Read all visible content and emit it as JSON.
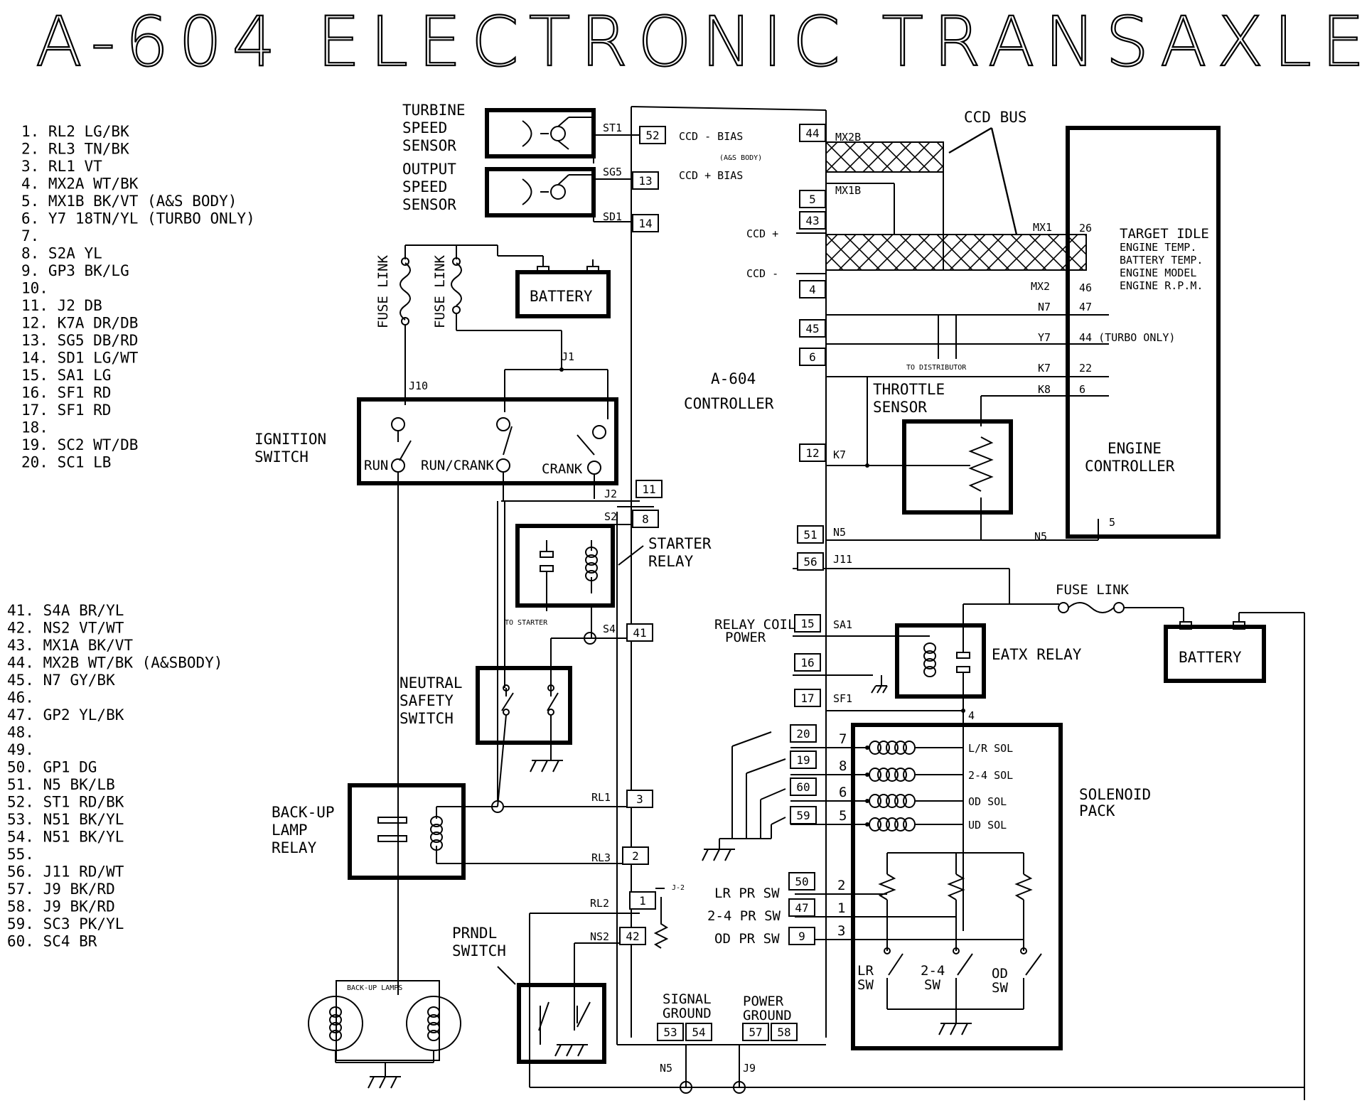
{
  "title": "A-604 ELECTRONIC TRANSAXLE",
  "legend_top": [
    "1.  RL2  LG/BK",
    "2.  RL3  TN/BK",
    "3.  RL1  VT",
    "4.  MX2A  WT/BK",
    "5.  MX1B  BK/VT (A&S BODY)",
    "6.  Y7  18TN/YL (TURBO ONLY)",
    "7.",
    "8.  S2A  YL",
    "9.  GP3  BK/LG",
    "10.",
    "11.  J2  DB",
    "12.  K7A  DR/DB",
    "13.  SG5  DB/RD",
    "14.  SD1  LG/WT",
    "15.  SA1  LG",
    "16.  SF1  RD",
    "17.  SF1  RD",
    "18.",
    "19.  SC2  WT/DB",
    "20.  SC1  LB"
  ],
  "legend_bottom": [
    "41.  S4A  BR/YL",
    "42.  NS2  VT/WT",
    "43.  MX1A  BK/VT",
    "44.  MX2B  WT/BK (A&SBODY)",
    "45.  N7  GY/BK",
    "46.",
    "47.  GP2  YL/BK",
    "48.",
    "49.",
    "50.  GP1  DG",
    "51.  N5  BK/LB",
    "52.  ST1  RD/BK",
    "53.  N51  BK/YL",
    "54.  N51  BK/YL",
    "55.",
    "56.  J11  RD/WT",
    "57.  J9  BK/RD",
    "58.  J9  BK/RD",
    "59.  SC3  PK/YL",
    "60.  SC4  BR"
  ],
  "components": {
    "turbine_sensor": [
      "TURBINE",
      "SPEED",
      "SENSOR"
    ],
    "output_sensor": [
      "OUTPUT",
      "SPEED",
      "SENSOR"
    ],
    "battery1": "BATTERY",
    "battery2": "BATTERY",
    "fuse_link": "FUSE LINK",
    "ignition_switch": [
      "IGNITION",
      "SWITCH"
    ],
    "ign_run": "RUN",
    "ign_runcrank": "RUN/CRANK",
    "ign_crank": "CRANK",
    "starter_relay": [
      "STARTER",
      "RELAY"
    ],
    "to_starter": "TO STARTER",
    "neutral_safety": [
      "NEUTRAL",
      "SAFETY",
      "SWITCH"
    ],
    "backup_relay": [
      "BACK-UP",
      "LAMP",
      "RELAY"
    ],
    "backup_lamps": "BACK-UP LAMPS",
    "prndl": [
      "PRNDL",
      "SWITCH"
    ],
    "controller": [
      "A-604",
      "CONTROLLER"
    ],
    "ccd_bus": "CCD BUS",
    "throttle": [
      "THROTTLE",
      "SENSOR"
    ],
    "to_distributor": "TO DISTRIBUTOR",
    "engine_ctrl": [
      "ENGINE",
      "CONTROLLER"
    ],
    "engine_info": [
      "TARGET IDLE",
      "ENGINE TEMP.",
      "BATTERY TEMP.",
      "ENGINE MODEL",
      "ENGINE R.P.M."
    ],
    "eatx_relay": "EATX RELAY",
    "relay_coil": [
      "RELAY COIL",
      "POWER"
    ],
    "solenoid_pack": [
      "SOLENOID",
      "PACK"
    ],
    "sol_labels": [
      "L/R SOL",
      "2-4 SOL",
      "OD SOL",
      "UD SOL"
    ],
    "sol_nums": [
      "7",
      "8",
      "6",
      "5"
    ],
    "prsw_labels": [
      "LR PR SW",
      "2-4 PR SW",
      "OD PR SW"
    ],
    "prsw_nums": [
      "2",
      "1",
      "3"
    ],
    "sw_labels": [
      [
        "LR",
        "SW"
      ],
      [
        "2-4",
        "SW"
      ],
      [
        "OD",
        "SW"
      ]
    ],
    "signal_ground": [
      "SIGNAL",
      "GROUND"
    ],
    "power_ground": [
      "POWER",
      "GROUND"
    ]
  },
  "wires": {
    "st1": "ST1",
    "sg5": "SG5",
    "sd1": "SD1",
    "j1": "J1",
    "j10": "J10",
    "j2": "J2",
    "s2": "S2",
    "s4": "S4",
    "rl1": "RL1",
    "rl3": "RL3",
    "rl2": "RL2",
    "ns2": "NS2",
    "j2b": "J-2",
    "n5a": "N5",
    "j9": "J9",
    "ccd_bias_minus": "CCD - BIAS",
    "as_body": "(A&S BODY)",
    "ccd_bias_plus": "CCD + BIAS",
    "ccd_plus": "CCD +",
    "ccd_minus": "CCD -",
    "mx2b": "MX2B",
    "mx1b": "MX1B",
    "mx1": "MX1",
    "mx2": "MX2",
    "n7": "N7",
    "y7": "Y7",
    "k7": "K7",
    "k8": "K8",
    "k7b": "K7",
    "n5b": "N5",
    "n5c": "N5",
    "j11": "J11",
    "sa1": "SA1",
    "sf1": "SF1",
    "four": "4",
    "eng26": "26",
    "eng46": "46",
    "eng47": "47",
    "eng44": "44 (TURBO ONLY)",
    "eng22": "22",
    "eng6": "6",
    "eng5": "5"
  },
  "pins": {
    "p52": "52",
    "p13": "13",
    "p14": "14",
    "p44": "44",
    "p5": "5",
    "p43": "43",
    "p4": "4",
    "p45": "45",
    "p6": "6",
    "p12": "12",
    "p51": "51",
    "p56": "56",
    "p11": "11",
    "p8": "8",
    "p41": "41",
    "p15": "15",
    "p16": "16",
    "p17": "17",
    "p20": "20",
    "p19": "19",
    "p60": "60",
    "p59": "59",
    "p3": "3",
    "p2": "2",
    "p1": "1",
    "p42": "42",
    "p50": "50",
    "p47": "47",
    "p9": "9",
    "p53": "53",
    "p54": "54",
    "p57": "57",
    "p58": "58"
  }
}
